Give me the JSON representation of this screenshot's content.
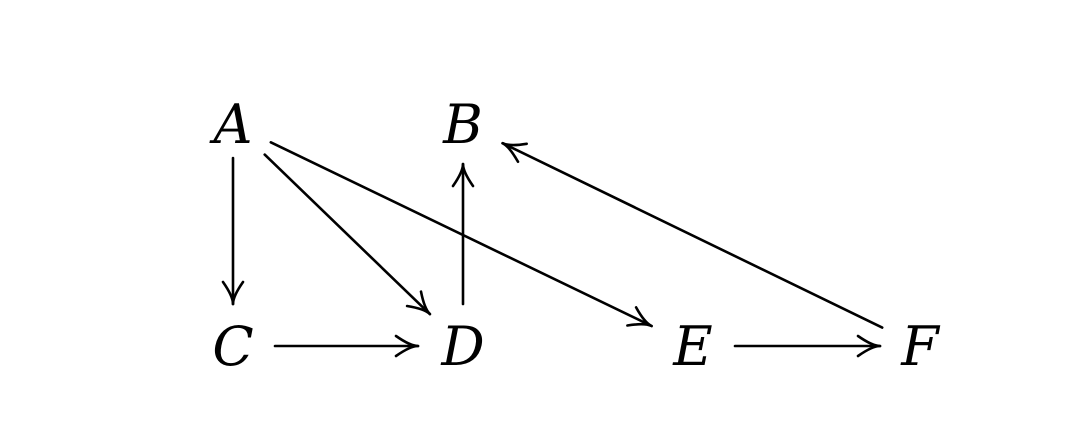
{
  "diagram": {
    "type": "commutative-diagram",
    "nodes": [
      {
        "id": "A",
        "label": "A"
      },
      {
        "id": "B",
        "label": "B"
      },
      {
        "id": "C",
        "label": "C"
      },
      {
        "id": "D",
        "label": "D"
      },
      {
        "id": "E",
        "label": "E"
      },
      {
        "id": "F",
        "label": "F"
      }
    ],
    "edges": [
      {
        "from": "A",
        "to": "C"
      },
      {
        "from": "A",
        "to": "D"
      },
      {
        "from": "A",
        "to": "E"
      },
      {
        "from": "C",
        "to": "D"
      },
      {
        "from": "D",
        "to": "B"
      },
      {
        "from": "E",
        "to": "F"
      },
      {
        "from": "F",
        "to": "B"
      }
    ]
  }
}
